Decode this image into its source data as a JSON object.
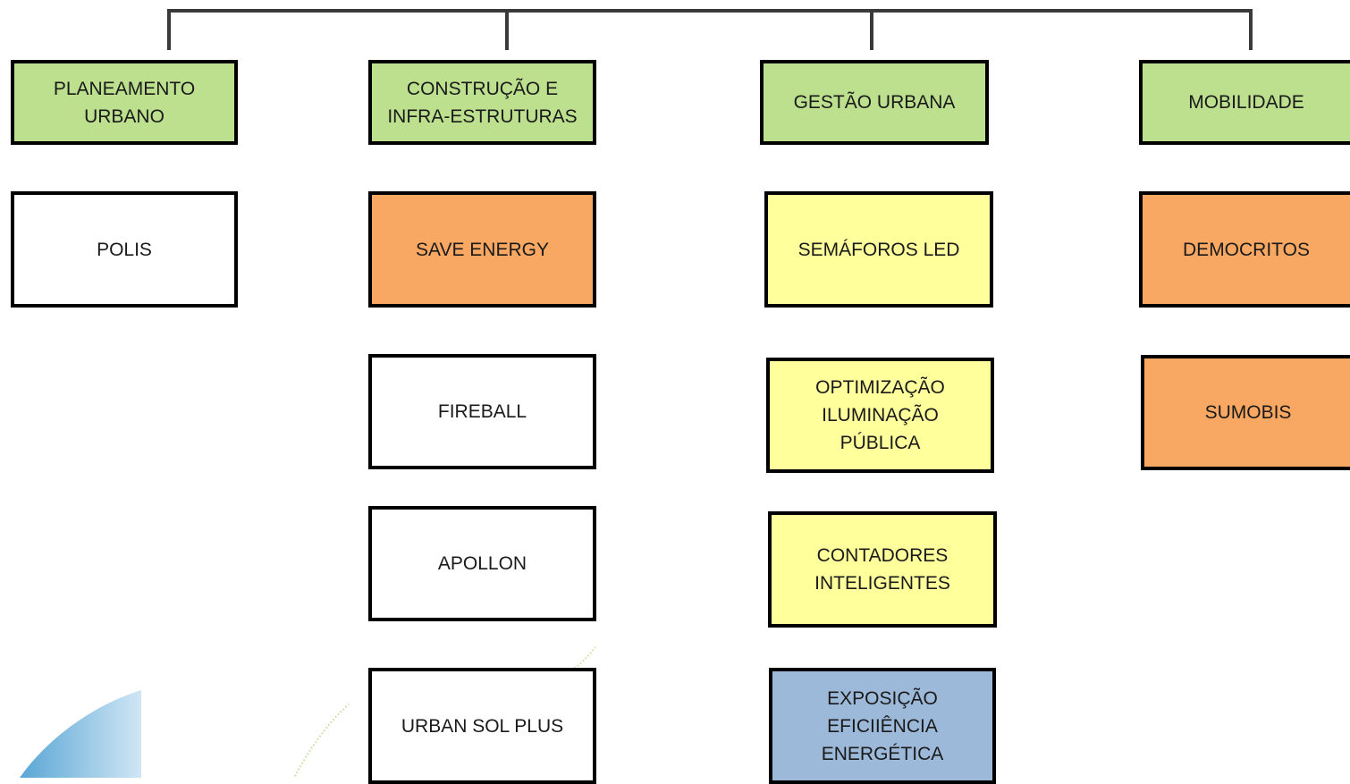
{
  "columns": [
    {
      "id": "planeamento",
      "header": "PLANEAMENTO\nURBANO",
      "items": [
        {
          "label": "POLIS",
          "color": "white"
        }
      ]
    },
    {
      "id": "construcao",
      "header": "CONSTRUÇÃO E\nINFRA-ESTRUTURAS",
      "items": [
        {
          "label": "SAVE ENERGY",
          "color": "orange"
        },
        {
          "label": "FIREBALL",
          "color": "white"
        },
        {
          "label": "APOLLON",
          "color": "white"
        },
        {
          "label": "URBAN SOL PLUS",
          "color": "white"
        }
      ]
    },
    {
      "id": "gestao",
      "header": "GESTÃO URBANA",
      "items": [
        {
          "label": "SEMÁFOROS LED",
          "color": "yellow"
        },
        {
          "label": "OPTIMIZAÇÃO\nILUMINAÇÃO\nPÚBLICA",
          "color": "yellow"
        },
        {
          "label": "CONTADORES\nINTELIGENTES",
          "color": "yellow"
        },
        {
          "label": "EXPOSIÇÃO\nEFICIIÊNCIA\nENERGÉTICA",
          "color": "blue"
        }
      ]
    },
    {
      "id": "mobilidade",
      "header": "MOBILIDADE",
      "items": [
        {
          "label": "DEMOCRITOS",
          "color": "orange"
        },
        {
          "label": "SUMOBIS",
          "color": "orange"
        }
      ]
    }
  ],
  "colors": {
    "header_green": "#bde08f",
    "orange": "#f8a862",
    "yellow": "#ffff9c",
    "blue": "#9db9d9",
    "white": "#ffffff",
    "border": "#000000",
    "connector": "#3a3a3a"
  }
}
